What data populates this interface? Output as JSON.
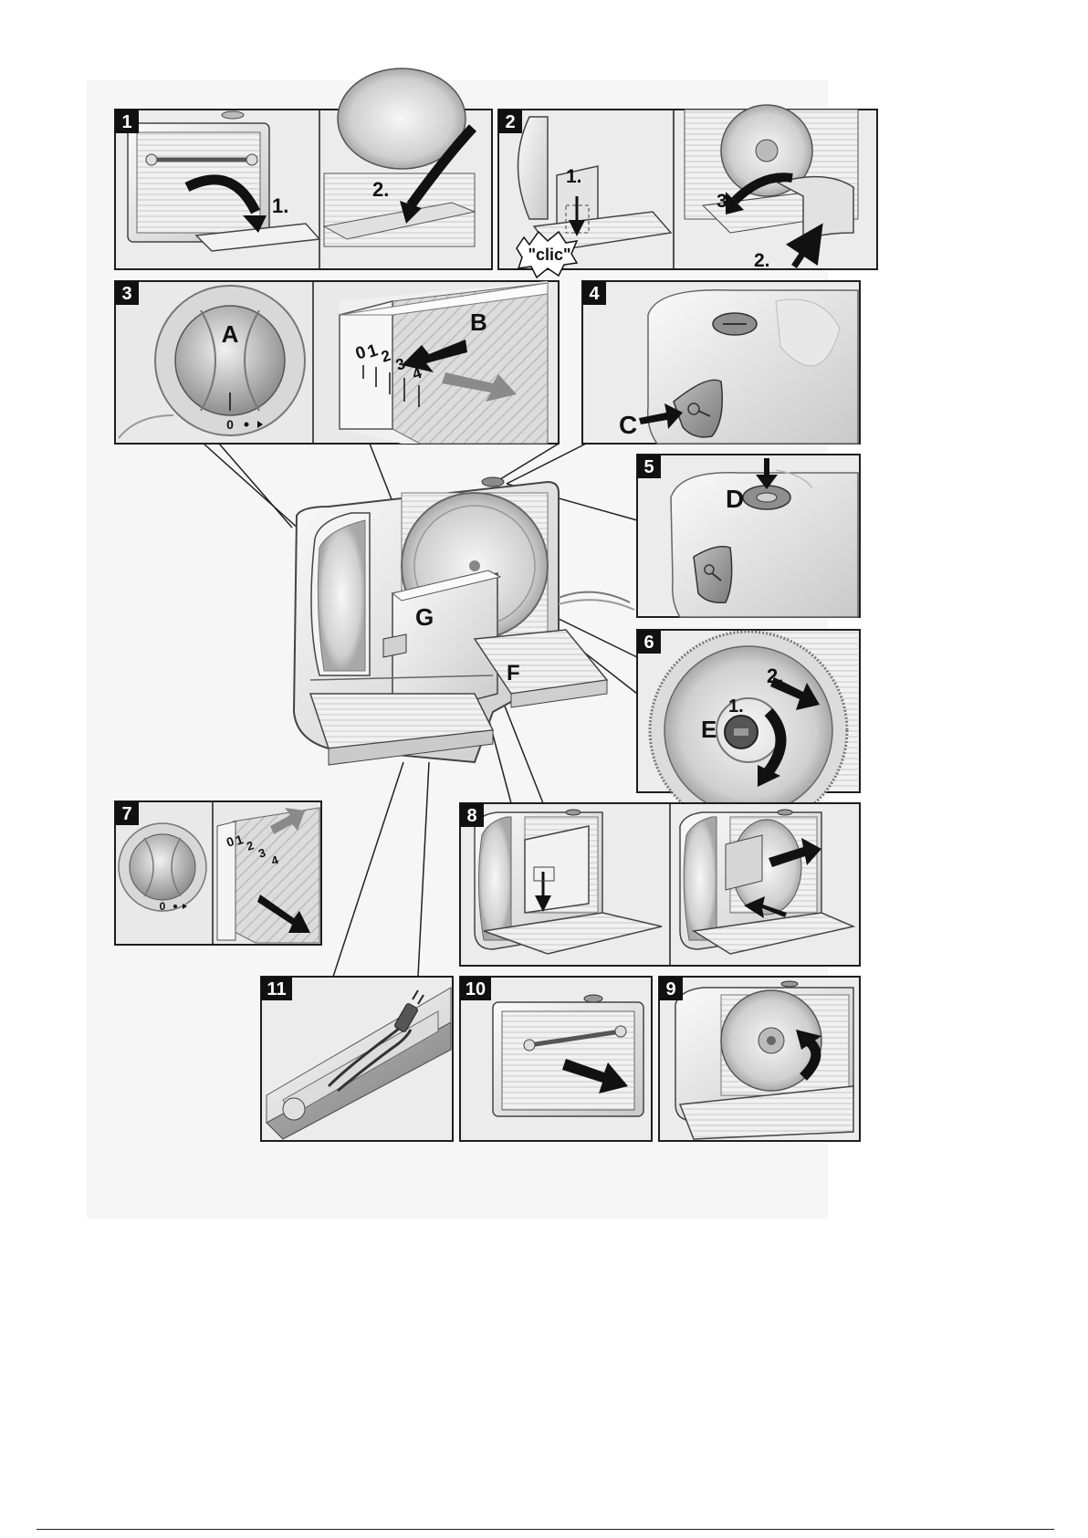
{
  "panels": [
    {
      "id": "1",
      "number": "1",
      "labels": [
        "1.",
        "2."
      ]
    },
    {
      "id": "2",
      "number": "2",
      "labels": [
        "1.",
        "\"clic\"",
        "3.",
        "2."
      ]
    },
    {
      "id": "3",
      "number": "3",
      "labels": [
        "A",
        "0",
        "B",
        "0",
        "1",
        "2",
        "3",
        "4"
      ]
    },
    {
      "id": "4",
      "number": "4",
      "labels": [
        "C"
      ]
    },
    {
      "id": "5",
      "number": "5",
      "labels": [
        "D"
      ]
    },
    {
      "id": "6",
      "number": "6",
      "labels": [
        "1.",
        "2.",
        "E"
      ]
    },
    {
      "id": "7",
      "number": "7",
      "labels": [
        "0",
        "0",
        "1",
        "2",
        "3",
        "4"
      ]
    },
    {
      "id": "8",
      "number": "8",
      "labels": []
    },
    {
      "id": "9",
      "number": "9",
      "labels": []
    },
    {
      "id": "10",
      "number": "10",
      "labels": []
    },
    {
      "id": "11",
      "number": "11",
      "labels": []
    }
  ],
  "main_labels": {
    "F": "F",
    "G": "G"
  },
  "colors": {
    "frame": "#1e1e1e",
    "panel_bg": "#ececec",
    "body_light": "#f4f4f4",
    "body_mid": "#d4d4d4",
    "body_dark": "#9a9a9a",
    "badge_bg": "#111111",
    "badge_text": "#ffffff",
    "arrow": "#111111",
    "arrow_grey": "#8a8a8a"
  }
}
